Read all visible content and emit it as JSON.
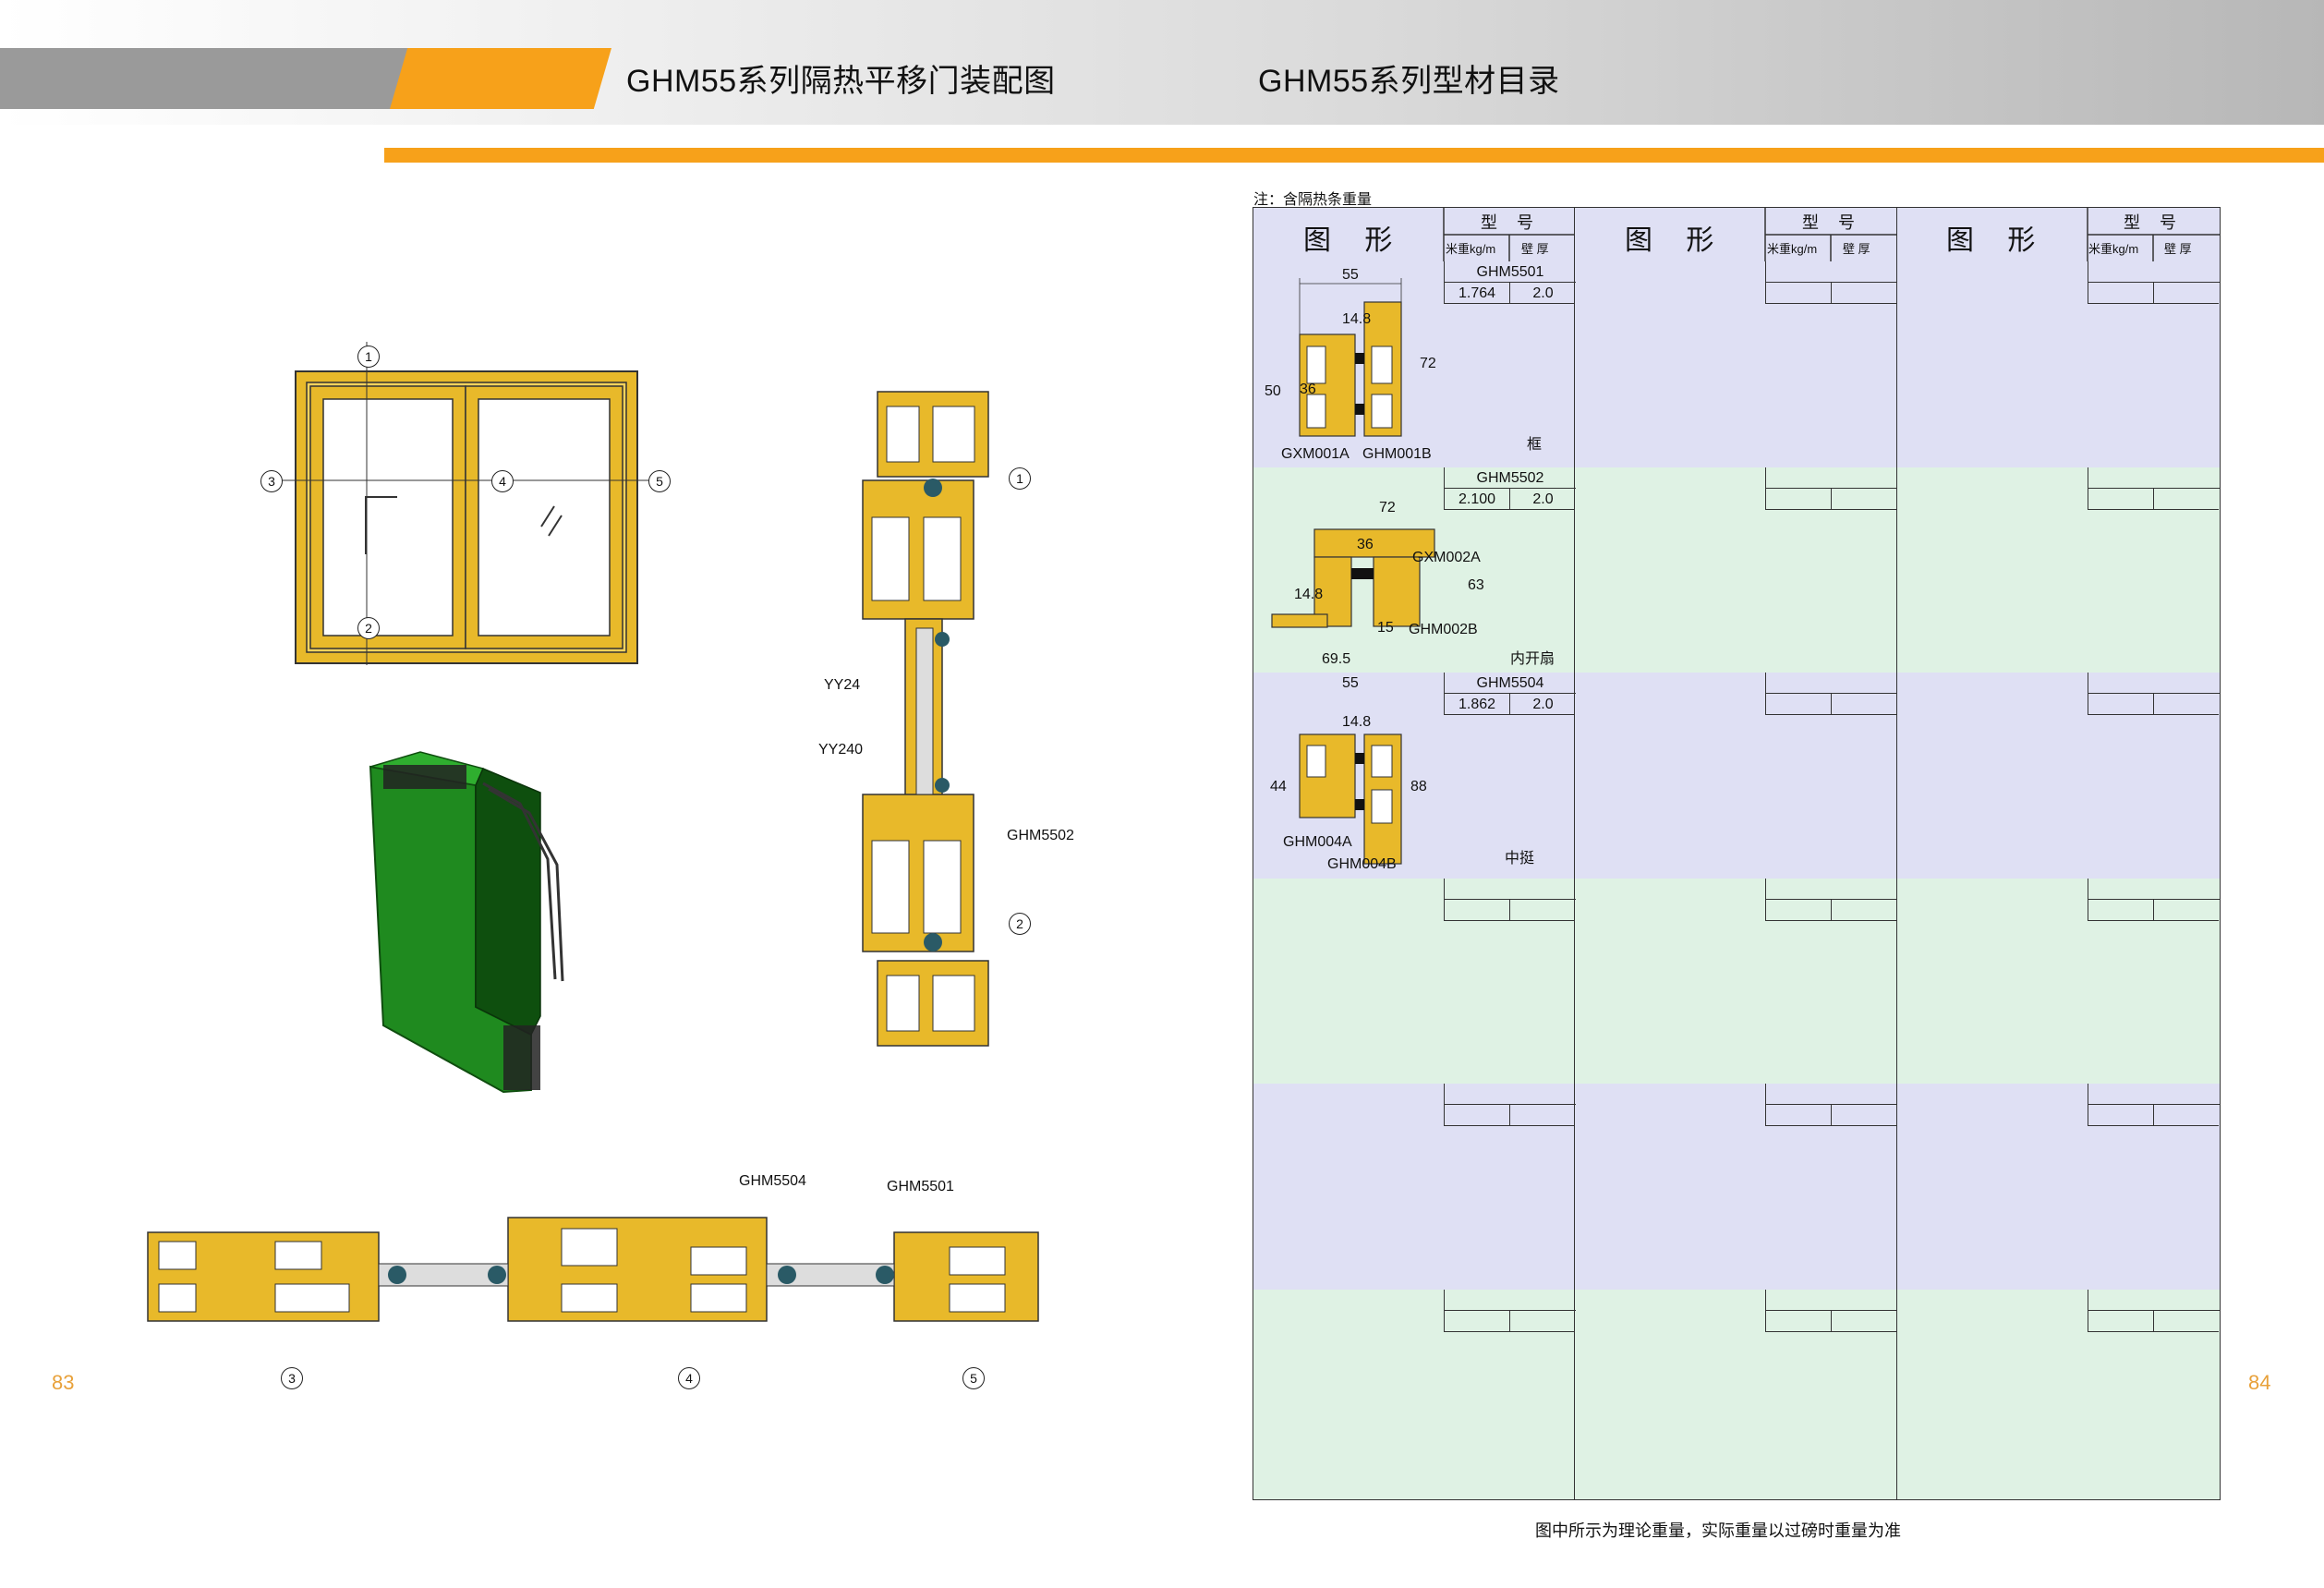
{
  "header": {
    "left_title": "GHM55系列隔热平移门装配图",
    "right_title": "GHM55系列型材目录"
  },
  "pages": {
    "left": "83",
    "right": "84"
  },
  "assembly": {
    "markers": [
      "1",
      "2",
      "3",
      "4",
      "5"
    ],
    "labels": {
      "yy24": "YY24",
      "yy240": "YY240",
      "ghm5502": "GHM5502",
      "ghm5504": "GHM5504",
      "ghm5501": "GHM5501"
    }
  },
  "catalog": {
    "note": "注：含隔热条重量",
    "header": {
      "shape": "图 形",
      "model": "型 号",
      "weight": "米重kg/m",
      "thickness": "壁 厚"
    },
    "profiles": [
      {
        "code": "GHM5501",
        "weight": "1.764",
        "thickness": "2.0",
        "type": "框",
        "dims": [
          "55",
          "14.8",
          "50",
          "36",
          "72"
        ],
        "parts": [
          "GXM001A",
          "GHM001B"
        ]
      },
      {
        "code": "GHM5502",
        "weight": "2.100",
        "thickness": "2.0",
        "type": "内开扇",
        "dims": [
          "72",
          "36",
          "14.8",
          "15",
          "69.5",
          "63"
        ],
        "parts": [
          "GXM002A",
          "GHM002B"
        ]
      },
      {
        "code": "GHM5504",
        "weight": "1.862",
        "thickness": "2.0",
        "type": "中挺",
        "dims": [
          "55",
          "14.8",
          "44",
          "88"
        ],
        "parts": [
          "GHM004A",
          "GHM004B"
        ]
      }
    ],
    "footnote": "图中所示为理论重量，实际重量以过磅时重量为准"
  },
  "colors": {
    "orange": "#f7a11a",
    "gold": "#e8b92a",
    "lavender": "#dfe0f4",
    "mint": "#dff2e4",
    "green": "#1f8a1f"
  }
}
